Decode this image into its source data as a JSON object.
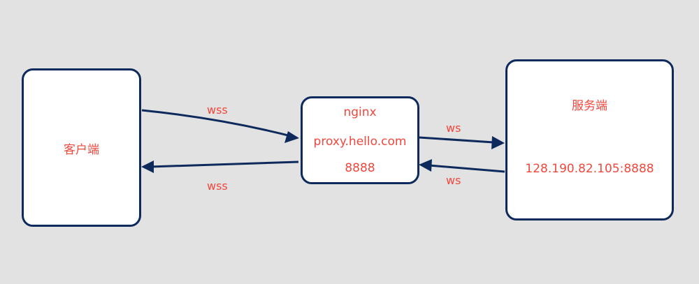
{
  "nodes": {
    "client": {
      "label": "客户端"
    },
    "proxy": {
      "name": "nginx",
      "domain": "proxy.hello.com",
      "port": "8888"
    },
    "server": {
      "label": "服务端",
      "address": "128.190.82.105:8888"
    }
  },
  "edges": {
    "client_to_proxy": "wss",
    "proxy_to_client": "wss",
    "proxy_to_server": "ws",
    "server_to_proxy": "ws"
  },
  "colors": {
    "stroke": "#0e2a5c",
    "text": "#f2473d",
    "background": "#e2e2e2"
  }
}
